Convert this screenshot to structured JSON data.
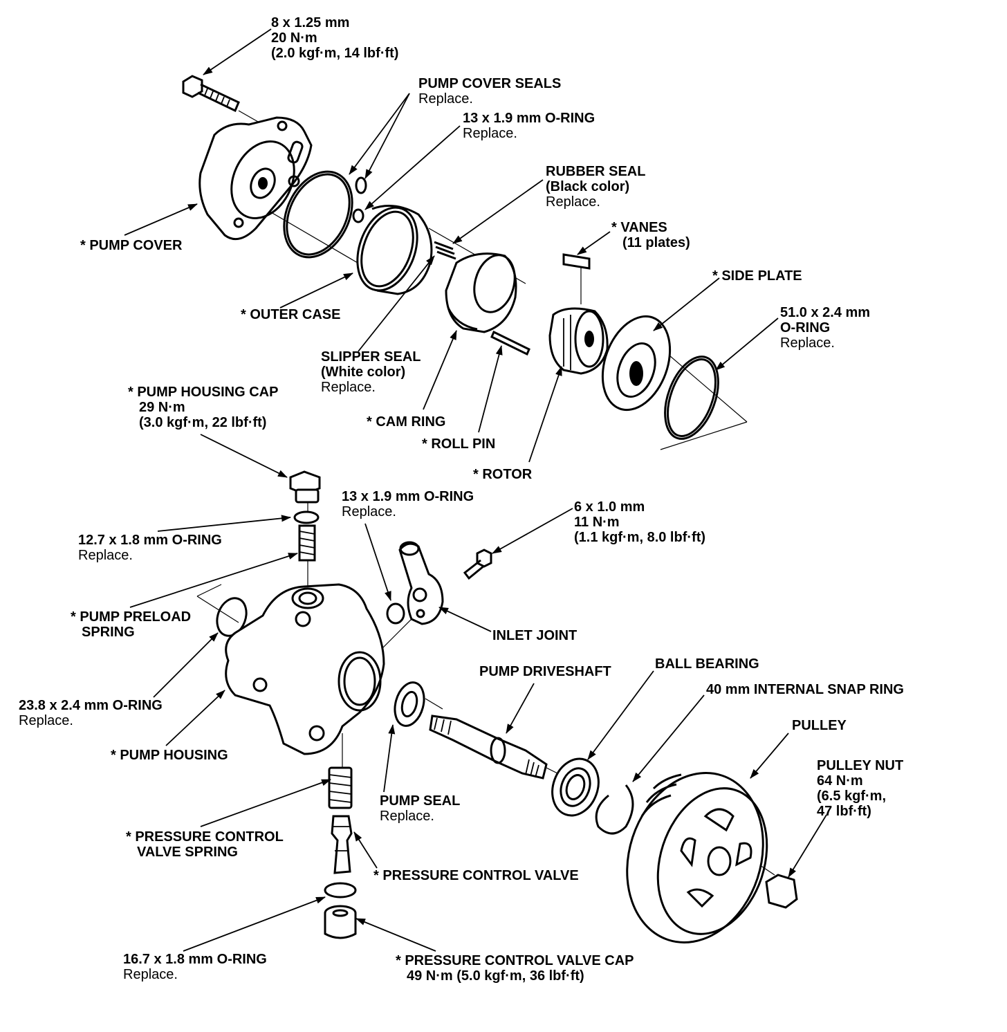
{
  "labels": {
    "bolt_top": {
      "spec": "8 x 1.25 mm",
      "torque": "20 N·m",
      "alt": "(2.0 kgf·m, 14 lbf·ft)"
    },
    "pump_cover_seals": {
      "name": "PUMP COVER SEALS",
      "note": "Replace."
    },
    "o_ring_13_upper": {
      "name": "13 x 1.9 mm O-RING",
      "note": "Replace."
    },
    "rubber_seal": {
      "name": "RUBBER SEAL",
      "color": "(Black color)",
      "note": "Replace."
    },
    "vanes": {
      "name": "* VANES",
      "count": "(11 plates)"
    },
    "pump_cover": {
      "name": "* PUMP COVER"
    },
    "side_plate": {
      "name": "* SIDE PLATE"
    },
    "o_ring_51": {
      "spec": "51.0 x 2.4 mm",
      "name": "O-RING",
      "note": "Replace."
    },
    "outer_case": {
      "name": "* OUTER CASE"
    },
    "slipper_seal": {
      "name": "SLIPPER SEAL",
      "color": "(White color)",
      "note": "Replace."
    },
    "cam_ring": {
      "name": "* CAM RING"
    },
    "roll_pin": {
      "name": "* ROLL PIN"
    },
    "rotor": {
      "name": "* ROTOR"
    },
    "pump_housing_cap": {
      "name": "* PUMP HOUSING CAP",
      "torque": "29 N·m",
      "alt": "(3.0 kgf·m, 22 lbf·ft)"
    },
    "o_ring_13_lower": {
      "name": "13 x 1.9 mm O-RING",
      "note": "Replace."
    },
    "bolt_6": {
      "spec": "6 x 1.0 mm",
      "torque": "11 N·m",
      "alt": "(1.1 kgf·m, 8.0 lbf·ft)"
    },
    "o_ring_12": {
      "name": "12.7 x 1.8 mm O-RING",
      "note": "Replace."
    },
    "pump_preload_spring": {
      "line1": "* PUMP PRELOAD",
      "line2": "SPRING"
    },
    "inlet_joint": {
      "name": "INLET JOINT"
    },
    "pump_driveshaft": {
      "name": "PUMP DRIVESHAFT"
    },
    "ball_bearing": {
      "name": "BALL BEARING"
    },
    "snap_ring": {
      "name": "40 mm INTERNAL SNAP RING"
    },
    "o_ring_23": {
      "name": "23.8 x 2.4 mm O-RING",
      "note": "Replace."
    },
    "pulley": {
      "name": "PULLEY"
    },
    "pump_housing": {
      "name": "* PUMP HOUSING"
    },
    "pulley_nut": {
      "name": "PULLEY NUT",
      "torque": "64 N·m",
      "alt1": "(6.5 kgf·m,",
      "alt2": "47 lbf·ft)"
    },
    "pump_seal": {
      "name": "PUMP SEAL",
      "note": "Replace."
    },
    "pcv_spring": {
      "line1": "* PRESSURE CONTROL",
      "line2": "VALVE SPRING"
    },
    "pcv": {
      "name": "* PRESSURE CONTROL VALVE"
    },
    "o_ring_16": {
      "name": "16.7 x 1.8 mm O-RING",
      "note": "Replace."
    },
    "pcv_cap": {
      "name": "* PRESSURE CONTROL VALVE CAP",
      "torque": "49 N·m (5.0 kgf·m, 36 lbf·ft)"
    }
  }
}
